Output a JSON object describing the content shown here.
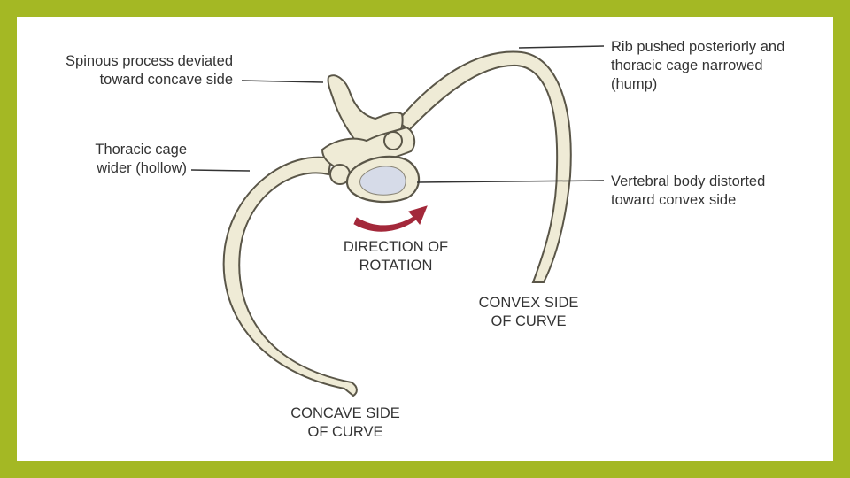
{
  "labels": {
    "spinous_process": [
      "Spinous process deviated",
      "toward concave side"
    ],
    "thoracic_cage_wider": [
      "Thoracic cage",
      "wider (hollow)"
    ],
    "rib_pushed": [
      "Rib pushed posteriorly and",
      "thoracic cage narrowed",
      "(hump)"
    ],
    "vertebral_body": [
      "Vertebral body distorted",
      "toward convex side"
    ],
    "direction_of_rotation": [
      "DIRECTION OF",
      "ROTATION"
    ],
    "convex_side": [
      "CONVEX SIDE",
      "OF CURVE"
    ],
    "concave_side": [
      "CONCAVE SIDE",
      "OF CURVE"
    ]
  },
  "colors": {
    "background_border": "#a4b824",
    "bone_fill": "#efebd6",
    "bone_stroke": "#5a5648",
    "vertebral_body_center": "#d6dbe8",
    "rotation_arrow": "#a3283a",
    "leader_line": "#333333"
  }
}
